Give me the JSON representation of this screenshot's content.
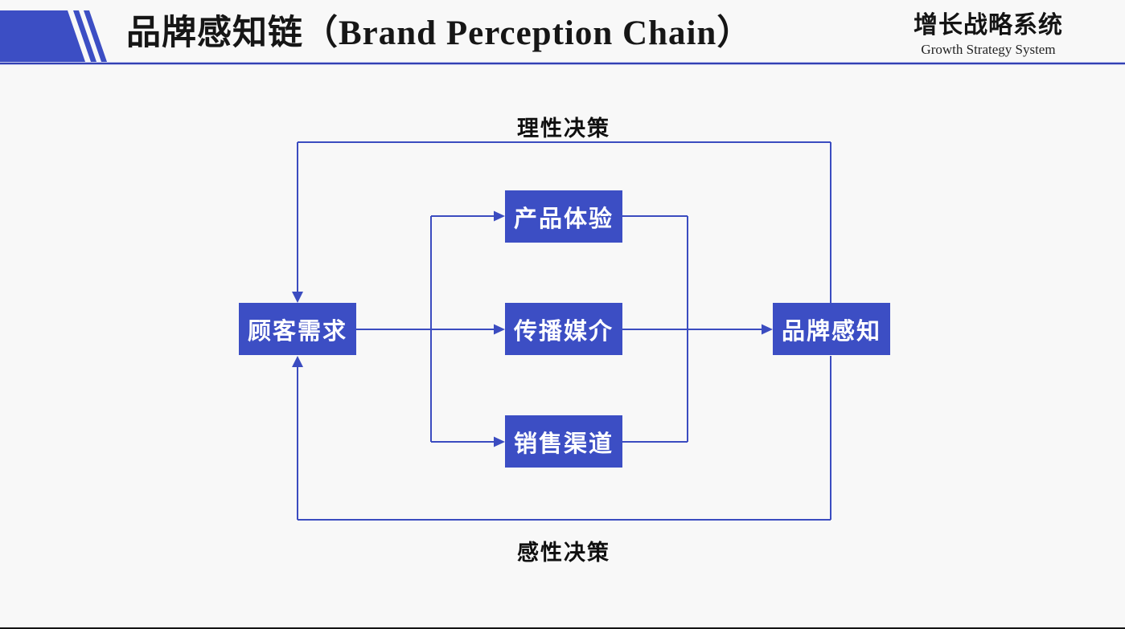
{
  "header": {
    "title": "品牌感知链（Brand Perception Chain）",
    "brand_cn": "增长战略系统",
    "brand_en": "Growth Strategy System"
  },
  "diagram": {
    "top_label": "理性决策",
    "bottom_label": "感性决策",
    "nodes": {
      "customer_need": "顾客需求",
      "product_experience": "产品体验",
      "communication_media": "传播媒介",
      "sales_channel": "销售渠道",
      "brand_perception": "品牌感知"
    }
  },
  "colors": {
    "node_fill": "#3c4ec4",
    "connector_blue": "#3b4cc0",
    "header_rule_blue": "#3340b3",
    "background": "#f8f8f8",
    "node_text": "#ffffff",
    "title_text": "#161616"
  }
}
